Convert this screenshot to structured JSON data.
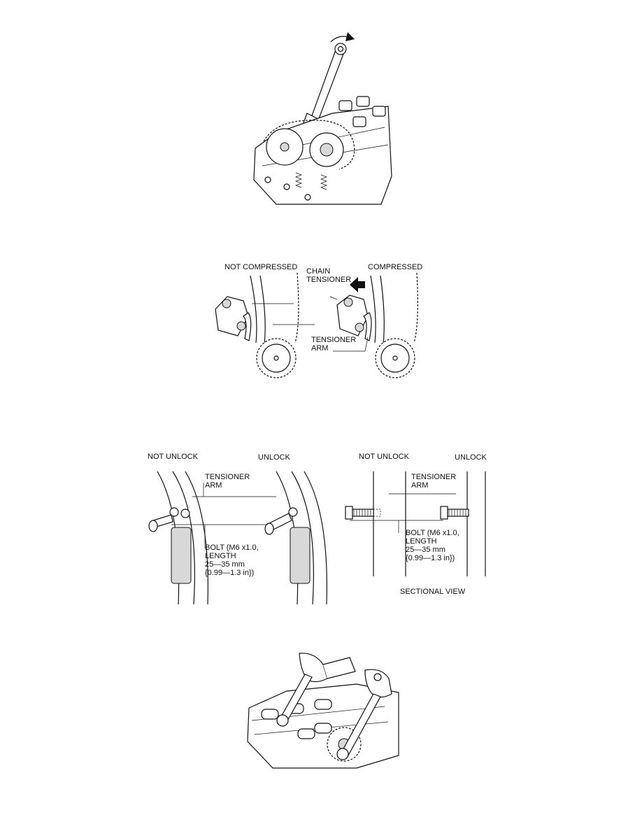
{
  "figure_compression": {
    "not_compressed": "NOT COMPRESSED",
    "chain_tensioner": "CHAIN\nTENSIONER",
    "compressed": "COMPRESSED",
    "tensioner_arm": "TENSIONER\nARM"
  },
  "figure_unlock_left": {
    "not_unlock": "NOT UNLOCK",
    "unlock": "UNLOCK",
    "tensioner_arm": "TENSIONER\nARM",
    "bolt": "BOLT (M6 x1.0,\nLENGTH\n25—35 mm\n{0.99—1.3 in})"
  },
  "figure_unlock_right": {
    "not_unlock": "NOT UNLOCK",
    "unlock": "UNLOCK",
    "tensioner_arm": "TENSIONER\nARM",
    "bolt": "BOLT (M6 x1.0,\nLENGTH\n25—35 mm\n{0.99—1.3 in})",
    "sectional_view": "SECTIONAL VIEW"
  }
}
